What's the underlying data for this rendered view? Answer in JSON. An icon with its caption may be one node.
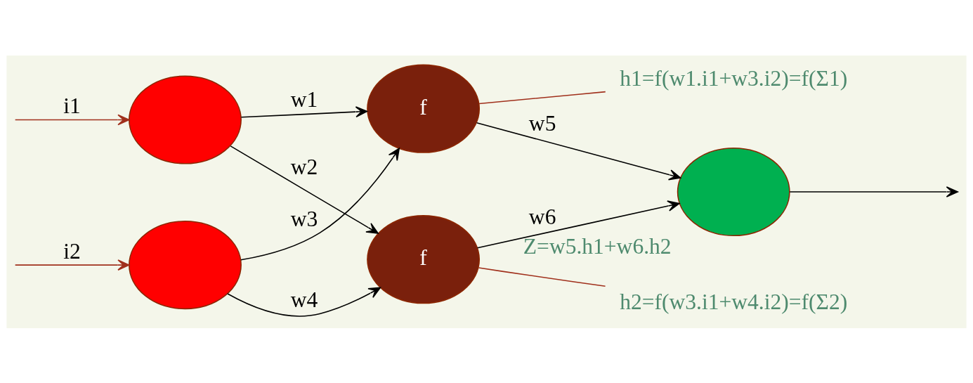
{
  "diagram": {
    "nodes": [
      {
        "text": [],
        "shape": "circle"
      },
      {
        "text": [],
        "shape": "circle"
      },
      {
        "text": [
          "f"
        ]
      },
      {
        "text": [
          "f"
        ]
      },
      {
        "text": [],
        "shape": "circle",
        "beside": [
          "Z=w5.h1+w6.h2"
        ]
      },
      {
        "text": [
          "h1=f(w1.i1+w3.i2)=f(Σ1)"
        ]
      },
      {
        "text": [
          "h2=f(w3.i1+w4.i2)=f(Σ2)"
        ]
      }
    ],
    "edges": [
      {
        "from": null,
        "to": 0,
        "arrow": "to",
        "label": "i1",
        "color": "#a0301c"
      },
      {
        "from": null,
        "to": 1,
        "arrow": "to",
        "label": "i2",
        "color": "#a0301c"
      },
      {
        "from": 0,
        "to": 2,
        "arrow": "to",
        "label": "w1"
      },
      {
        "from": 0,
        "to": 3,
        "arrow": "to",
        "label": "w2"
      },
      {
        "from": 1,
        "to": 2,
        "arrow": "to",
        "label": "w3"
      },
      {
        "from": 1,
        "to": 3,
        "arrow": "to",
        "label": "w4"
      },
      {
        "from": 2,
        "to": 4,
        "arrow": "to",
        "label": "w5"
      },
      {
        "from": 3,
        "to": 4,
        "arrow": "to",
        "label": "w6"
      },
      {
        "from": 4,
        "to": null,
        "arrow": "to"
      },
      {
        "from": 2,
        "to": 5,
        "arrow": "none",
        "color": "#a0301c"
      },
      {
        "from": 3,
        "to": 6,
        "arrow": "none",
        "color": "#a0301c"
      }
    ]
  }
}
